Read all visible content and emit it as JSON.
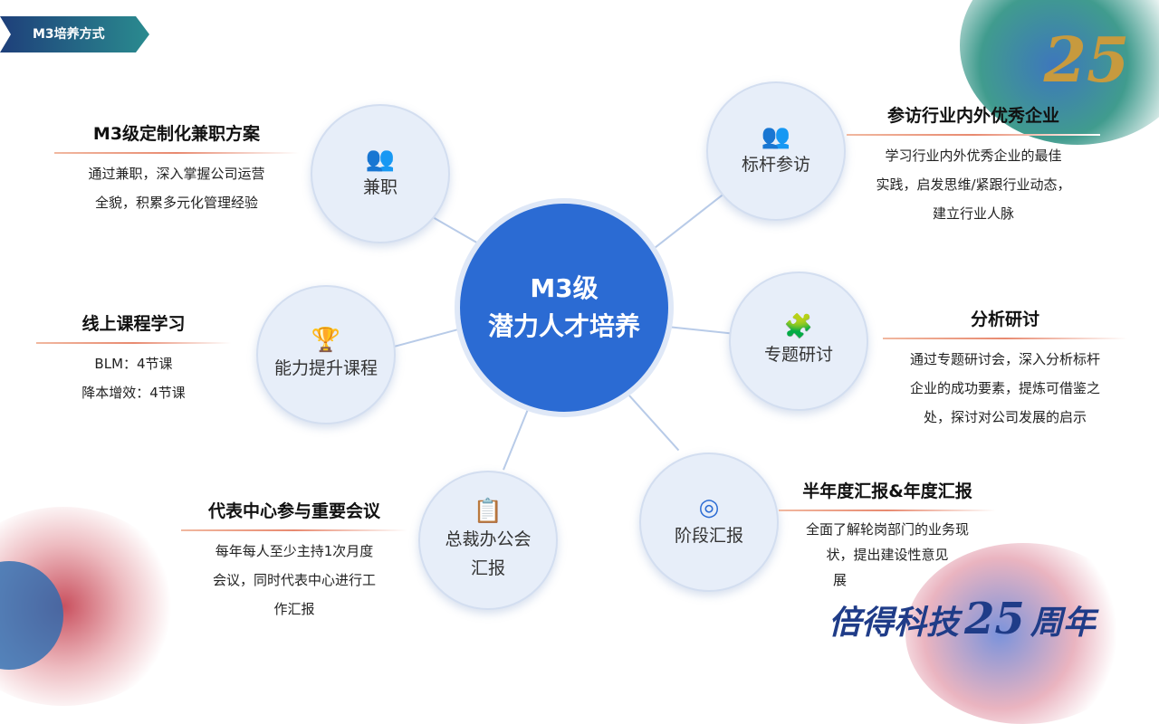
{
  "banner": "M3培养方式",
  "center": {
    "line1": "M3级",
    "line2": "潜力人才培养"
  },
  "nodes": {
    "parttime": {
      "label": "兼职",
      "heading": "M3级定制化兼职方案",
      "text": [
        "通过兼职，深入掌握公司运营",
        "全貌，积累多元化管理经验"
      ]
    },
    "benchmark": {
      "label": "标杆参访",
      "heading": "参访行业内外优秀企业",
      "text": [
        "学习行业内外优秀企业的最佳",
        "实践，启发思维/紧跟行业动态，",
        "建立行业人脉"
      ]
    },
    "course": {
      "label": "能力提升课程",
      "heading": "线上课程学习",
      "text": [
        "BLM：4节课",
        "降本增效：4节课"
      ]
    },
    "seminar": {
      "label": "专题研讨",
      "heading": "分析研讨",
      "text": [
        "通过专题研讨会，深入分析标杆",
        "企业的成功要素，提炼可借鉴之",
        "处，探讨对公司发展的启示"
      ]
    },
    "ceo": {
      "label1": "总裁办公会",
      "label2": "汇报",
      "heading": "代表中心参与重要会议",
      "text": [
        "每年每人至少主持1次月度",
        "会议，同时代表中心进行工",
        "作汇报"
      ]
    },
    "stage": {
      "label": "阶段汇报",
      "heading": "半年度汇报&年度汇报",
      "text": [
        "全面了解轮岗部门的业务现",
        "状，提出建设性意见",
        "展"
      ]
    }
  },
  "logo": {
    "anniv": "25",
    "company": "倍得科技",
    "suffix": "周年"
  }
}
